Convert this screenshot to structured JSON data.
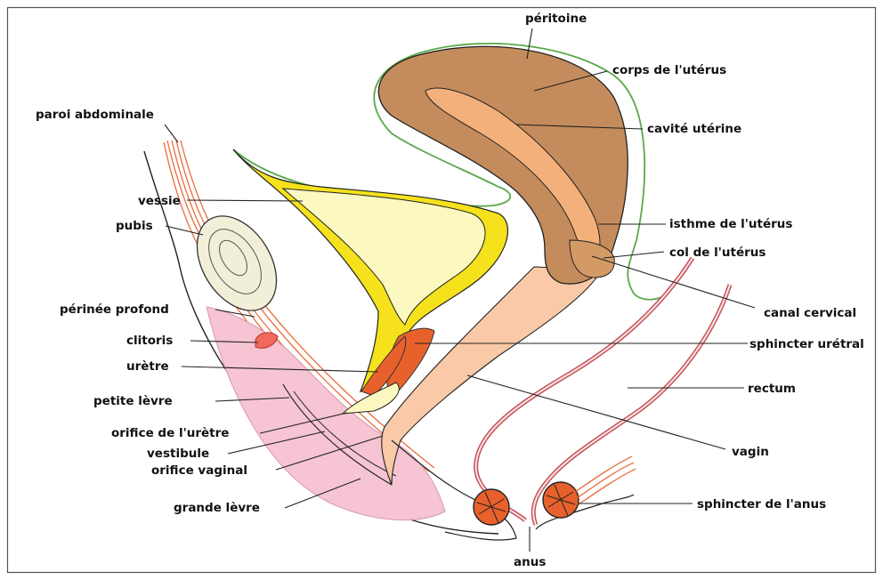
{
  "labels": {
    "peritoine": "péritoine",
    "corps": "corps de l'utérus",
    "paroi": "paroi abdominale",
    "cavite": "cavité utérine",
    "vessie": "vessie",
    "isthme": "isthme de l'utérus",
    "pubis": "pubis",
    "col": "col de l'utérus",
    "perinee": "périnée profond",
    "canal": "canal cervical",
    "clitoris": "clitoris",
    "sphincter_uretral": "sphincter urétral",
    "uretre": "urètre",
    "rectum": "rectum",
    "petite_levre": "petite lèvre",
    "orifice_uretre": "orifice de l'urètre",
    "vestibule": "vestibule",
    "vagin": "vagin",
    "orifice_vaginal": "orifice vaginal",
    "grande_levre": "grande lèvre",
    "sphincter_anus": "sphincter de l'anus",
    "anus": "anus"
  },
  "colors": {
    "uterus": "#c48c5c",
    "cavity": "#f4b07a",
    "bladder_wall": "#f5e21c",
    "bladder_fill": "#fbf9c0",
    "vagina": "#f9c9a8",
    "labia": "#f6c4d2",
    "muscle": "#e8612c",
    "rectum_wall": "#c2535a",
    "peritoneum": "#5aa84a",
    "pubis": "#f1efd8"
  }
}
